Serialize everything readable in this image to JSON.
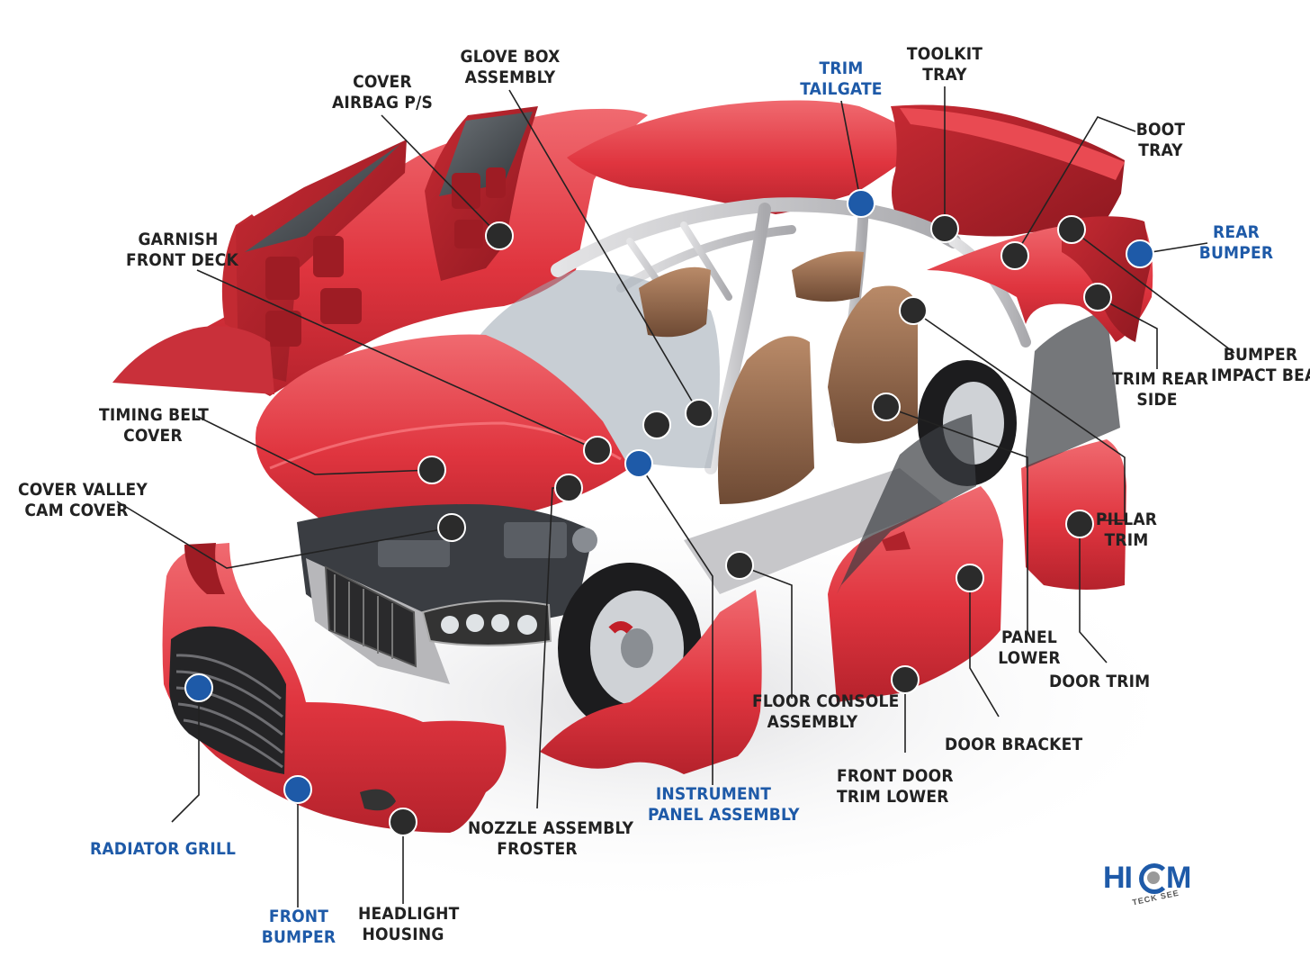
{
  "colors": {
    "body_red": "#e0353f",
    "body_red_dark": "#a81c25",
    "frame_grey": "#c9c9cc",
    "seat_brown": "#8a6046",
    "marker_dark": "#2b2b2b",
    "marker_blue": "#1e5aa8",
    "label_dark": "#222222",
    "label_blue": "#1e5aa8"
  },
  "labels": {
    "cover_airbag": [
      "COVER",
      "AIRBAG P/S"
    ],
    "glove_box": [
      "GLOVE BOX",
      "ASSEMBLY"
    ],
    "trim_tailgate": [
      "TRIM",
      "TAILGATE"
    ],
    "toolkit_tray": [
      "TOOLKIT",
      "TRAY"
    ],
    "boot_tray": [
      "BOOT",
      "TRAY"
    ],
    "rear_bumper": [
      "REAR",
      "BUMPER"
    ],
    "bumper_impact_beam": [
      "BUMPER",
      "IMPACT BEAM"
    ],
    "trim_rear_side": [
      "TRIM REAR",
      "SIDE"
    ],
    "garnish_front_deck": [
      "GARNISH",
      "FRONT DECK"
    ],
    "timing_belt_cover": [
      "TIMING BELT",
      "COVER"
    ],
    "cover_valley": [
      "COVER VALLEY",
      "CAM COVER"
    ],
    "pillar_trim": [
      "PILLAR",
      "TRIM"
    ],
    "panel_lower": [
      "PANEL",
      "LOWER"
    ],
    "door_trim": [
      "DOOR TRIM"
    ],
    "floor_console": [
      "FLOOR CONSOLE",
      "ASSEMBLY"
    ],
    "door_bracket": [
      "DOOR BRACKET"
    ],
    "front_door_trim_lower": [
      "FRONT DOOR",
      "TRIM LOWER"
    ],
    "instrument_panel": [
      "INSTRUMENT",
      "PANEL ASSEMBLY"
    ],
    "nozzle_assembly": [
      "NOZZLE ASSEMBLY",
      "FROSTER"
    ],
    "radiator_grill": [
      "RADIATOR GRILL"
    ],
    "front_bumper": [
      "FRONT",
      "BUMPER"
    ],
    "headlight_housing": [
      "HEADLIGHT",
      "HOUSING"
    ]
  },
  "logo": {
    "brand_left": "HI",
    "brand_right": "M",
    "tagline": "TECK SEE"
  }
}
